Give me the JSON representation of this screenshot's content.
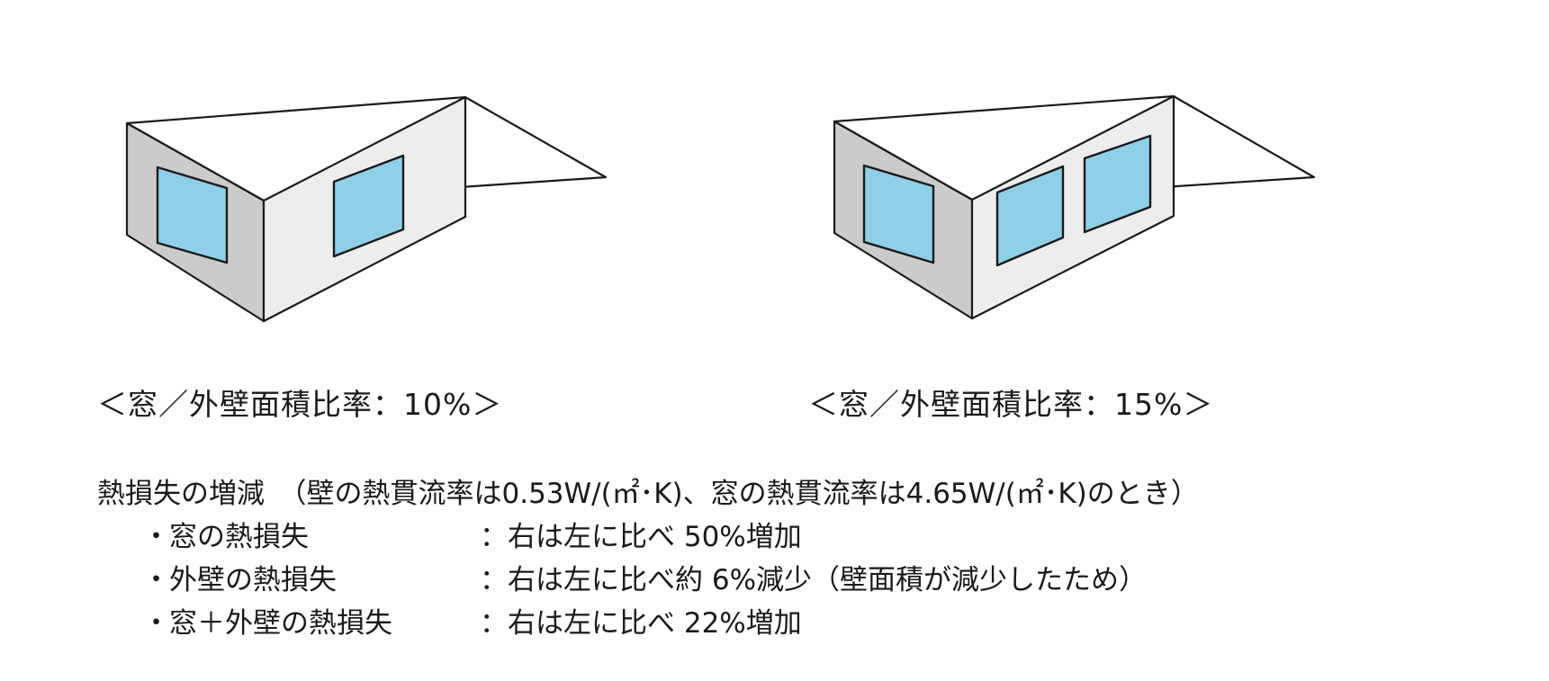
{
  "left_figure": {
    "caption": "＜窓／外壁面積比率：10%＞"
  },
  "right_figure": {
    "caption": "＜窓／外壁面積比率：15%＞"
  },
  "colors": {
    "window_fill": "#8fcfe8",
    "left_face": "#cbcbcb",
    "right_face": "#ededed",
    "top_face": "#ffffff",
    "outline": "#1a1a1a"
  },
  "notes": {
    "heading": "熱損失の増減　（壁の熱貫流率は0.53W/(㎡･K)、窓の熱貫流率は4.65W/(㎡･K)のとき）",
    "items": [
      {
        "bullet": "・",
        "label": "窓の熱損失",
        "value": "：右は左に比べ 50%増加"
      },
      {
        "bullet": "・",
        "label": "外壁の熱損失",
        "value": "：右は左に比べ約 6%減少（壁面積が減少したため）"
      },
      {
        "bullet": "・",
        "label": "窓＋外壁の熱損失",
        "value": "：右は左に比べ 22%増加"
      }
    ]
  }
}
